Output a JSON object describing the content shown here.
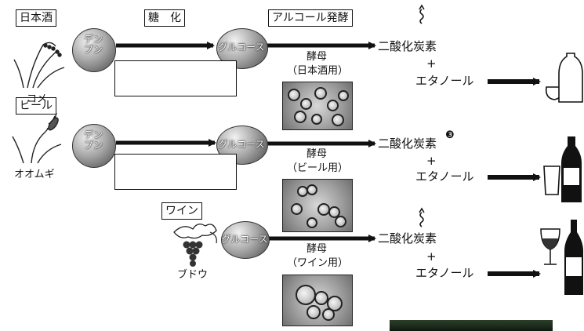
{
  "labels": {
    "sake": "日本酒",
    "beer": "ビール",
    "wine": "ワイン",
    "saccharification": "糖　化",
    "fermentation": "アルコール発酵"
  },
  "raw_materials": {
    "rice": "コメ",
    "barley": "オオムギ",
    "grape": "ブドウ"
  },
  "spheres": {
    "starch_line1": "デン",
    "starch_line2": "プン",
    "glucose": "グルコース"
  },
  "yeast": {
    "title": "酵母",
    "sake": "（日本酒用）",
    "beer": "（ビール用）",
    "wine": "（ワイン用）"
  },
  "products": {
    "co2": "二酸化炭素",
    "plus": "+",
    "ethanol": "エタノール",
    "marker": "❸"
  }
}
